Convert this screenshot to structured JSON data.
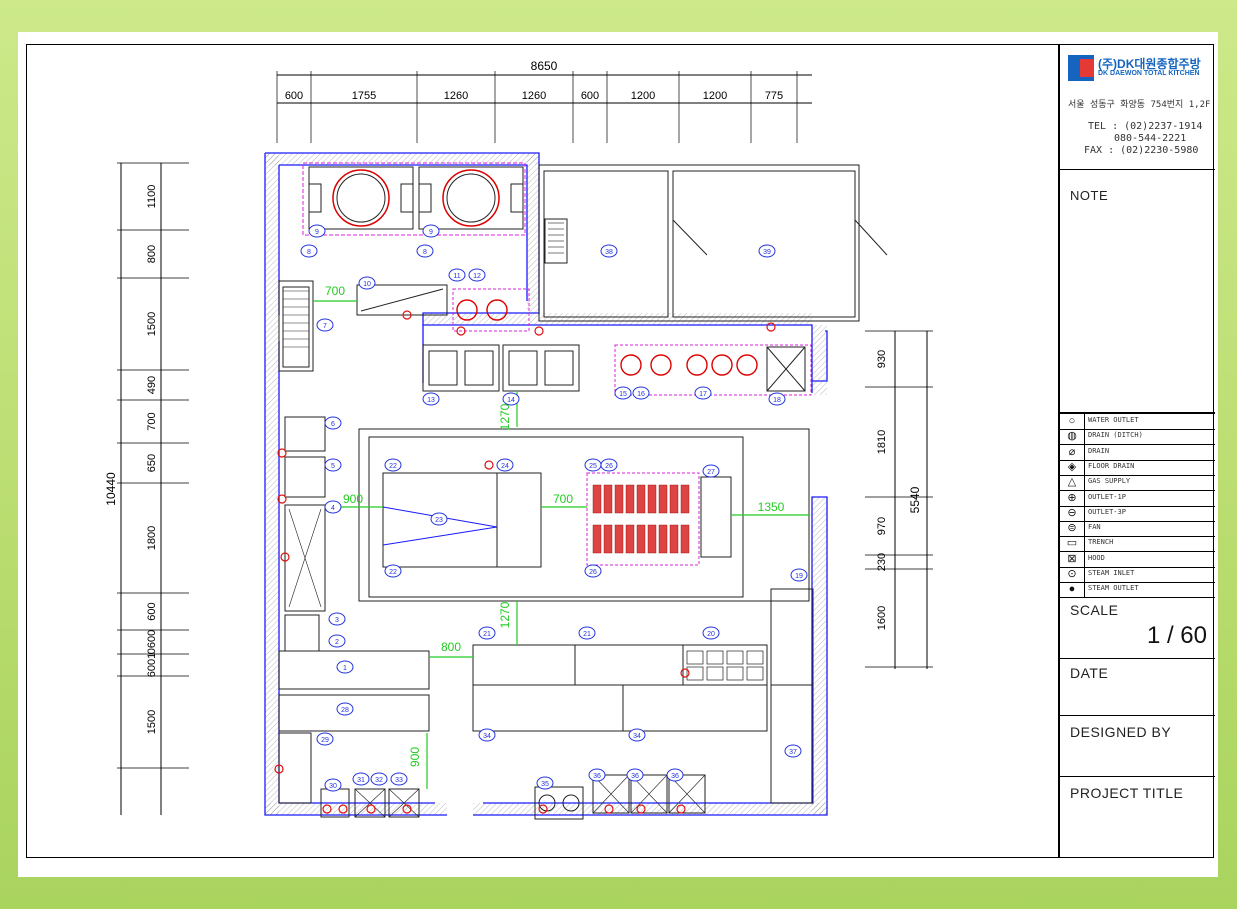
{
  "dimensions": {
    "top_total": "8650",
    "top_segments": [
      "600",
      "1755",
      "1260",
      "1260",
      "600",
      "1200",
      "1200",
      "775"
    ],
    "left_total": "10440",
    "left_segments": [
      "1100",
      "800",
      "1500",
      "490",
      "700",
      "650",
      "1800",
      "600",
      "0600",
      "6001",
      "1500"
    ],
    "right_total": "5540",
    "right_segments": [
      "930",
      "1810",
      "970",
      "230",
      "1600"
    ],
    "clearances": [
      "700",
      "1270",
      "900",
      "700",
      "1350",
      "1270",
      "800",
      "900"
    ]
  },
  "equipment_tags": [
    "1",
    "2",
    "3",
    "4",
    "5",
    "6",
    "7",
    "8",
    "8",
    "9",
    "9",
    "10",
    "11",
    "12",
    "13",
    "14",
    "15",
    "16",
    "17",
    "18",
    "19",
    "20",
    "21",
    "21",
    "22",
    "22",
    "23",
    "24",
    "25",
    "26",
    "26",
    "27",
    "28",
    "29",
    "30",
    "31",
    "32",
    "33",
    "34",
    "34",
    "35",
    "36",
    "36",
    "36",
    "37",
    "38",
    "39"
  ],
  "titleblock": {
    "company_name": "(주)DK대원종합주방",
    "company_name_en": "DK DAEWON TOTAL KITCHEN",
    "address": "서울 성동구 화양동 754번지 1,2F",
    "tel": "TEL : (02)2237-1914",
    "tel2": "080-544-2221",
    "fax": "FAX : (02)2230-5980",
    "note_label": "NOTE",
    "legend": [
      {
        "icon": "water-outlet-icon",
        "label": "WATER OUTLET"
      },
      {
        "icon": "drain-grate-icon",
        "label": "DRAIN (DITCH)"
      },
      {
        "icon": "drain-icon",
        "label": "DRAIN"
      },
      {
        "icon": "floor-drain-icon",
        "label": "FLOOR DRAIN"
      },
      {
        "icon": "gas-supply-icon",
        "label": "GAS SUPPLY"
      },
      {
        "icon": "outlet-1p-icon",
        "label": "OUTLET-1P"
      },
      {
        "icon": "outlet-3p-icon",
        "label": "OUTLET-3P"
      },
      {
        "icon": "fan-icon",
        "label": "FAN"
      },
      {
        "icon": "trench-icon",
        "label": "TRENCH"
      },
      {
        "icon": "hood-icon",
        "label": "HOOD"
      },
      {
        "icon": "steam-inlet-icon",
        "label": "STEAM INLET"
      },
      {
        "icon": "steam-outlet-icon",
        "label": "STEAM OUTLET"
      }
    ],
    "scale_label": "SCALE",
    "scale_value": "1 / 60",
    "date_label": "DATE",
    "designed_by_label": "DESIGNED BY",
    "project_title_label": "PROJECT TITLE"
  },
  "colors": {
    "wall": "#1a1aff",
    "dimension": "#000000",
    "clearance": "#22cc22",
    "equipment_tag": "#2233dd",
    "hood_outline": "#dd22dd",
    "utility": "#e01010"
  }
}
